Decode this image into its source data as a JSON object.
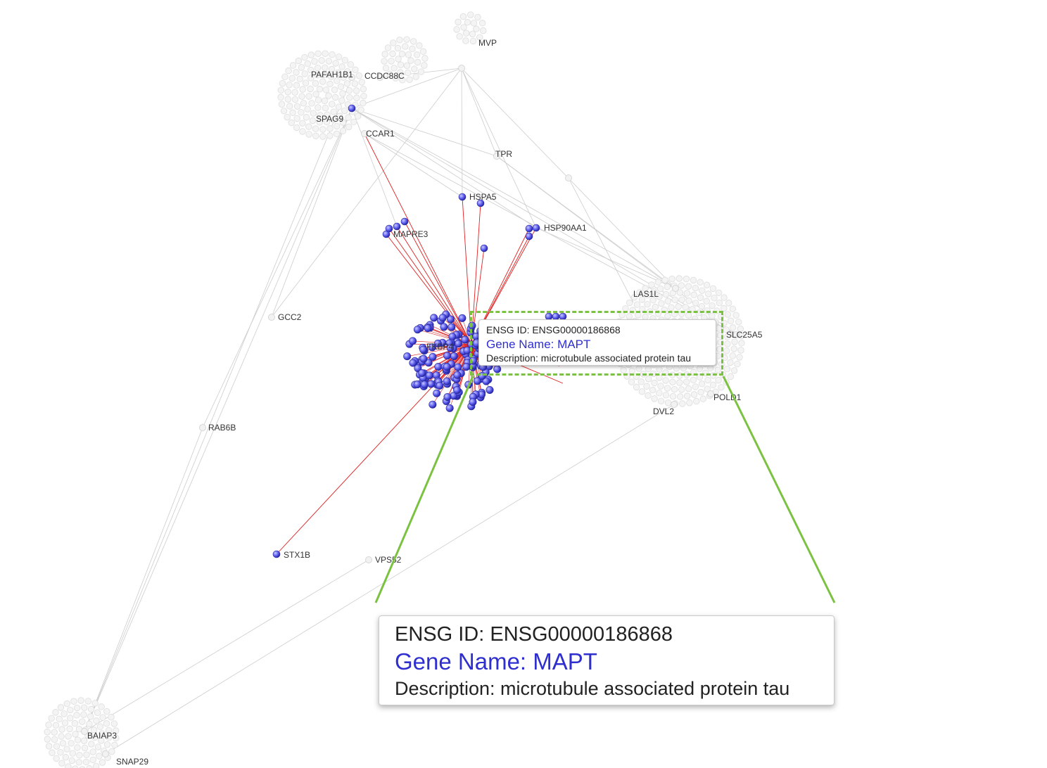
{
  "graph": {
    "labeled_nodes": [
      {
        "id": "MVP",
        "label": "MVP",
        "highlighted": false
      },
      {
        "id": "PAFAH1B1",
        "label": "PAFAH1B1",
        "highlighted": false
      },
      {
        "id": "CCDC88C",
        "label": "CCDC88C",
        "highlighted": false
      },
      {
        "id": "SPAG9",
        "label": "SPAG9",
        "highlighted": true
      },
      {
        "id": "CCAR1",
        "label": "CCAR1",
        "highlighted": false
      },
      {
        "id": "TPR",
        "label": "TPR",
        "highlighted": false
      },
      {
        "id": "HSPA5",
        "label": "HSPA5",
        "highlighted": true
      },
      {
        "id": "HSP90AA1",
        "label": "HSP90AA1",
        "highlighted": true
      },
      {
        "id": "MAPRE3",
        "label": "MAPRE3",
        "highlighted": true
      },
      {
        "id": "LAS1L",
        "label": "LAS1L",
        "highlighted": false
      },
      {
        "id": "GCC2",
        "label": "GCC2",
        "highlighted": false
      },
      {
        "id": "SLC25A5",
        "label": "SLC25A5",
        "highlighted": false
      },
      {
        "id": "FKBP4",
        "label": "FKBP4",
        "highlighted": true
      },
      {
        "id": "POLD1",
        "label": "POLD1",
        "highlighted": false
      },
      {
        "id": "DVL2",
        "label": "DVL2",
        "highlighted": false
      },
      {
        "id": "RAB6B",
        "label": "RAB6B",
        "highlighted": false
      },
      {
        "id": "STX1B",
        "label": "STX1B",
        "highlighted": true
      },
      {
        "id": "VPS52",
        "label": "VPS52",
        "highlighted": false
      },
      {
        "id": "BAIAP3",
        "label": "BAIAP3",
        "highlighted": false
      },
      {
        "id": "SNAP29",
        "label": "SNAP29",
        "highlighted": false
      }
    ]
  },
  "tooltip": {
    "ensg_line": "ENSG ID: ENSG00000186868",
    "gene_line": "Gene Name: MAPT",
    "desc_line": "Description: microtubule associated protein tau"
  },
  "colors": {
    "highlight_node": "#5b5bf0",
    "highlight_edge": "#e02020",
    "normal_node": "#eeeeee",
    "normal_edge": "#cccccc",
    "zoom_callout": "#7cc242",
    "gene_name_text": "#2f2fd0"
  }
}
